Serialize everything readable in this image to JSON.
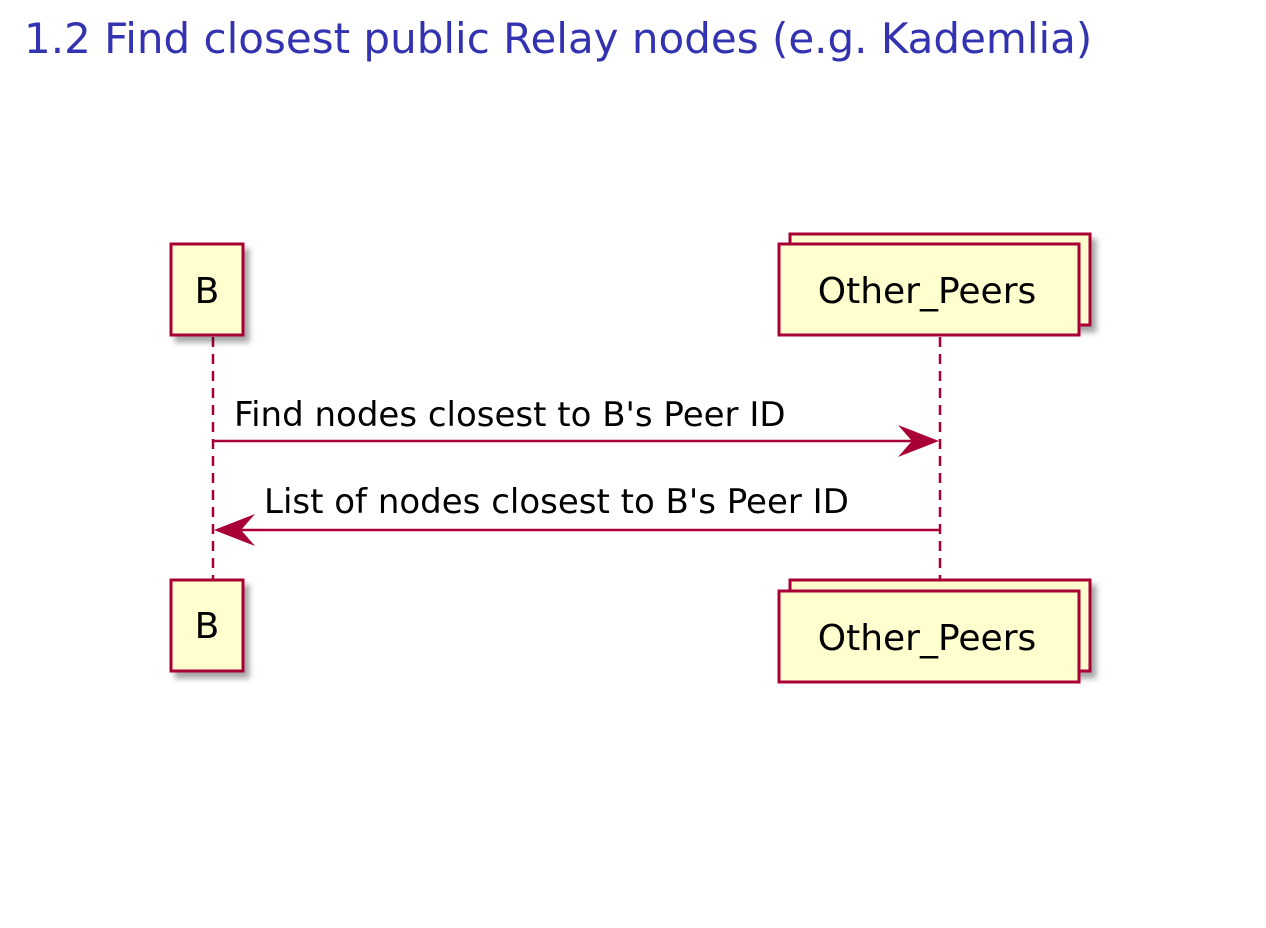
{
  "slide": {
    "title": "1.2 Find closest public Relay nodes (e.g. Kademlia)"
  },
  "colors": {
    "title": "#3333b2",
    "border": "#a80036",
    "box_fill": "#fefece",
    "arrow": "#a80036",
    "text": "#000000"
  },
  "participants": [
    {
      "id": "B",
      "label": "B",
      "kind": "participant"
    },
    {
      "id": "Other_Peers",
      "label": "Other_Peers",
      "kind": "collections"
    }
  ],
  "messages": [
    {
      "from": "B",
      "to": "Other_Peers",
      "label": "Find nodes closest to B's Peer ID"
    },
    {
      "from": "Other_Peers",
      "to": "B",
      "label": "List of nodes closest to B's Peer ID"
    }
  ]
}
